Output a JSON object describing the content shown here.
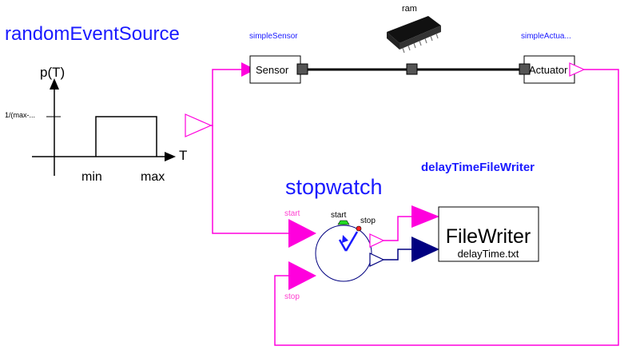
{
  "colors": {
    "magenta": "#ff00dd",
    "magenta_label": "#ff3fd0",
    "blue_label": "#1a1aff",
    "navy": "#000080",
    "black": "#000000",
    "green": "#22dd22",
    "red": "#ff2020",
    "port_gray": "#555555"
  },
  "random_event_source": {
    "title": "randomEventSource",
    "y_axis_label": "p(T)",
    "x_axis_label": "T",
    "level_label": "1/(max-...",
    "min_label": "min",
    "max_label": "max"
  },
  "simple_sensor": {
    "name": "simpleSensor",
    "box_label": "Sensor"
  },
  "ram": {
    "name": "ram",
    "icon": "memory-chip-icon"
  },
  "simple_actuator": {
    "name": "simpleActua...",
    "box_label": "Actuator"
  },
  "delay_writer": {
    "name": "delayTimeFileWriter",
    "title": "FileWriter",
    "file": "delayTime.txt"
  },
  "stopwatch": {
    "name": "stopwatch",
    "start_port_label": "start",
    "stop_port_label": "stop",
    "dial_start_label": "start",
    "dial_stop_label": "stop",
    "icon": "stopwatch-icon"
  }
}
